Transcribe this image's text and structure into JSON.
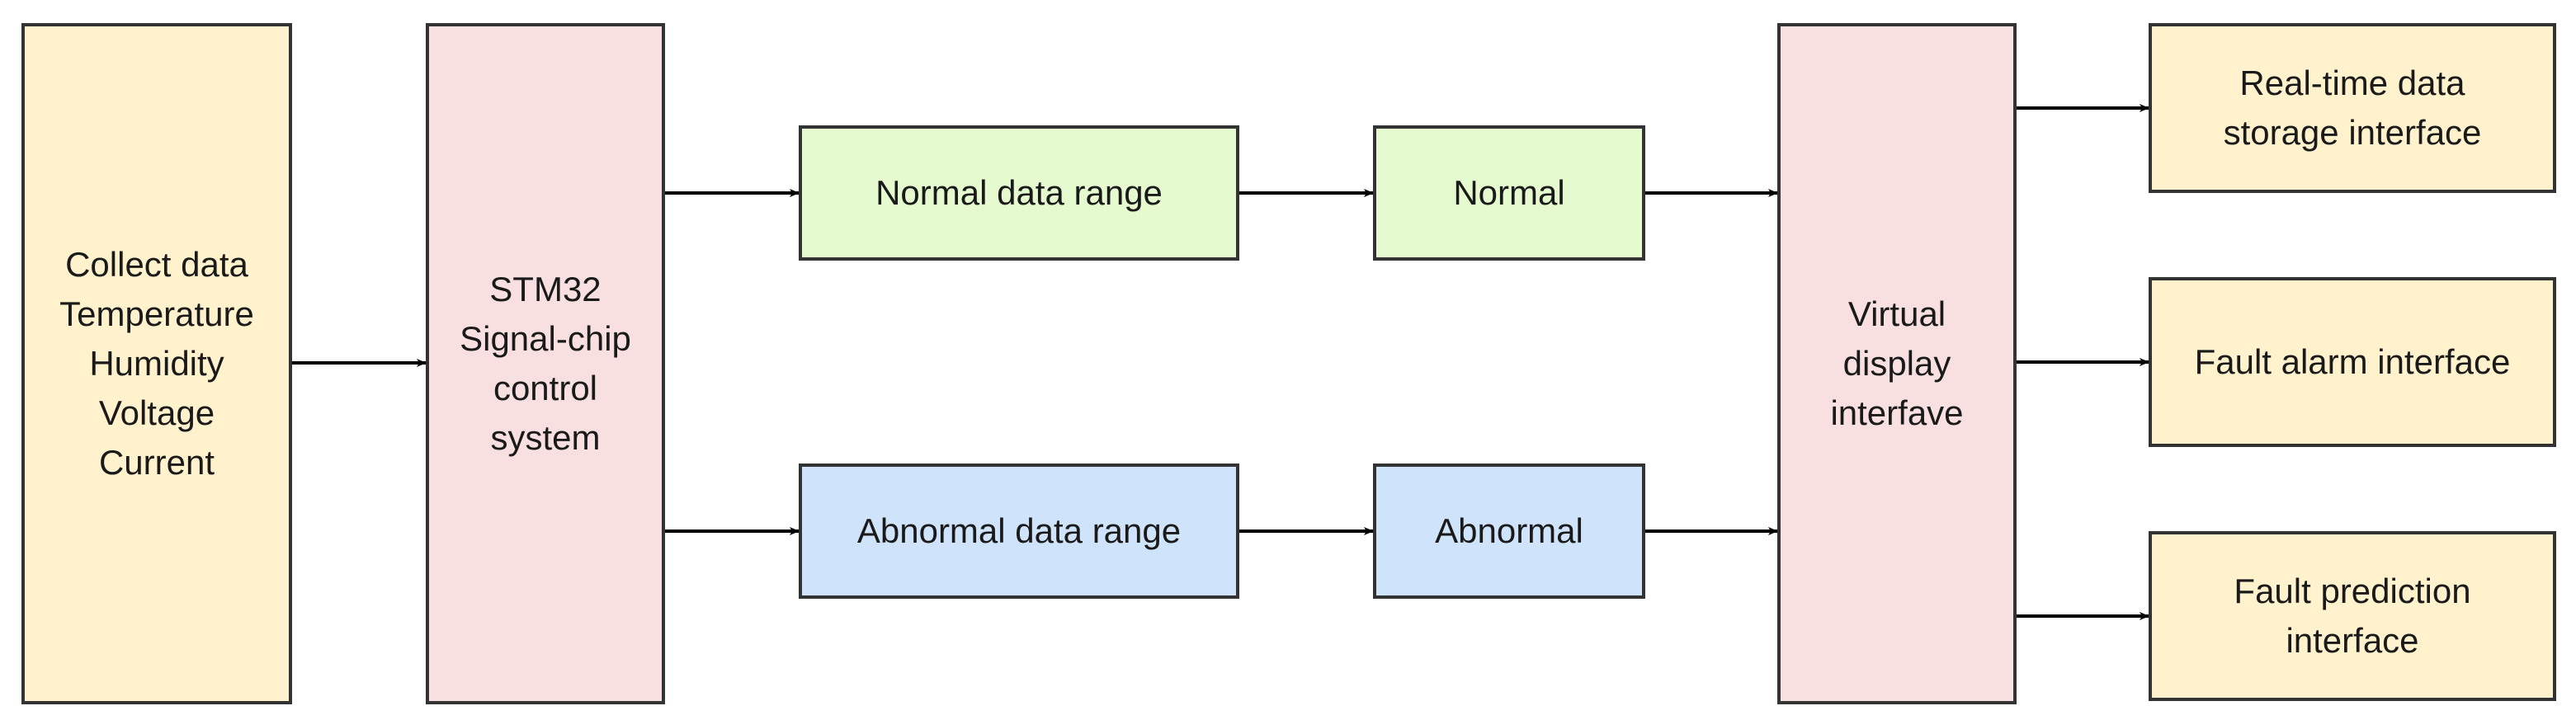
{
  "diagram": {
    "colors": {
      "yellow": "#fff2cc",
      "pink": "#f8e0e1",
      "green": "#e6fad0",
      "blue": "#cfe3fb",
      "border": "#333333",
      "arrow": "#000000"
    },
    "nodes": {
      "collect_data": "Collect data\nTemperature\nHumidity\nVoltage\nCurrent",
      "stm32": "STM32\nSignal-chip\ncontrol\nsystem",
      "normal_range": "Normal data range",
      "abnormal_range": "Abnormal data range",
      "normal": "Normal",
      "abnormal": "Abnormal",
      "virtual_display": "Virtual\ndisplay\ninterfave",
      "storage_interface": "Real-time data\nstorage interface",
      "alarm_interface": "Fault alarm interface",
      "prediction_interface": "Fault prediction\ninterface"
    },
    "edges": [
      {
        "from": "collect_data",
        "to": "stm32"
      },
      {
        "from": "stm32",
        "to": "normal_range"
      },
      {
        "from": "stm32",
        "to": "abnormal_range"
      },
      {
        "from": "normal_range",
        "to": "normal"
      },
      {
        "from": "abnormal_range",
        "to": "abnormal"
      },
      {
        "from": "normal",
        "to": "virtual_display"
      },
      {
        "from": "abnormal",
        "to": "virtual_display"
      },
      {
        "from": "virtual_display",
        "to": "storage_interface"
      },
      {
        "from": "virtual_display",
        "to": "alarm_interface"
      },
      {
        "from": "virtual_display",
        "to": "prediction_interface"
      }
    ]
  }
}
